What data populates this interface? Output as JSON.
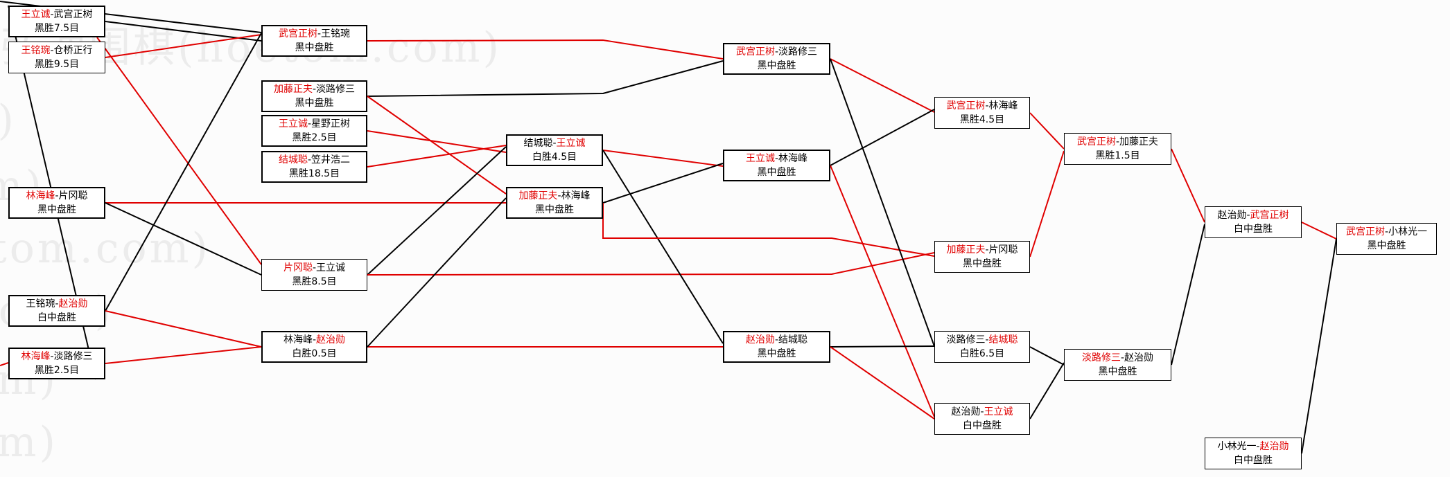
{
  "watermark": "弘通围棋(hoetom.com)",
  "colors": {
    "winner": "#e00000",
    "line_red": "#e00000",
    "line_black": "#000000"
  },
  "matches": [
    {
      "id": "m1",
      "p1": "王立诚",
      "p2": "武宫正树",
      "win": 1,
      "result": "黑胜7.5目"
    },
    {
      "id": "m2",
      "p1": "王铭琬",
      "p2": "仓桥正行",
      "win": 1,
      "result": "黑胜9.5目"
    },
    {
      "id": "m3",
      "p1": "林海峰",
      "p2": "片冈聪",
      "win": 1,
      "result": "黑中盘胜"
    },
    {
      "id": "m4",
      "p1": "王铭琬",
      "p2": "赵治勋",
      "win": 2,
      "result": "白中盘胜"
    },
    {
      "id": "m5",
      "p1": "林海峰",
      "p2": "淡路修三",
      "win": 1,
      "result": "黑胜2.5目"
    },
    {
      "id": "m6",
      "p1": "武宫正树",
      "p2": "王铭琬",
      "win": 1,
      "result": "黑中盘胜"
    },
    {
      "id": "m7",
      "p1": "加藤正夫",
      "p2": "淡路修三",
      "win": 1,
      "result": "黑中盘胜"
    },
    {
      "id": "m8",
      "p1": "王立诚",
      "p2": "星野正树",
      "win": 1,
      "result": "黑胜2.5目"
    },
    {
      "id": "m9",
      "p1": "结城聪",
      "p2": "笠井浩二",
      "win": 1,
      "result": "黑胜18.5目"
    },
    {
      "id": "m10",
      "p1": "片冈聪",
      "p2": "王立诚",
      "win": 1,
      "result": "黑胜8.5目"
    },
    {
      "id": "m11",
      "p1": "林海峰",
      "p2": "赵治勋",
      "win": 2,
      "result": "白胜0.5目"
    },
    {
      "id": "m12",
      "p1": "结城聪",
      "p2": "王立诚",
      "win": 2,
      "result": "白胜4.5目"
    },
    {
      "id": "m13",
      "p1": "加藤正夫",
      "p2": "林海峰",
      "win": 1,
      "result": "黑中盘胜"
    },
    {
      "id": "m14",
      "p1": "武宫正树",
      "p2": "淡路修三",
      "win": 1,
      "result": "黑中盘胜"
    },
    {
      "id": "m15",
      "p1": "王立诚",
      "p2": "林海峰",
      "win": 1,
      "result": "黑中盘胜"
    },
    {
      "id": "m16",
      "p1": "赵治勋",
      "p2": "结城聪",
      "win": 1,
      "result": "黑中盘胜"
    },
    {
      "id": "m17",
      "p1": "武宫正树",
      "p2": "林海峰",
      "win": 1,
      "result": "黑胜4.5目"
    },
    {
      "id": "m18",
      "p1": "加藤正夫",
      "p2": "片冈聪",
      "win": 1,
      "result": "黑中盘胜"
    },
    {
      "id": "m19",
      "p1": "淡路修三",
      "p2": "结城聪",
      "win": 2,
      "result": "白胜6.5目"
    },
    {
      "id": "m20",
      "p1": "赵治勋",
      "p2": "王立诚",
      "win": 2,
      "result": "白中盘胜"
    },
    {
      "id": "m21",
      "p1": "武宫正树",
      "p2": "加藤正夫",
      "win": 1,
      "result": "黑胜1.5目"
    },
    {
      "id": "m22",
      "p1": "淡路修三",
      "p2": "赵治勋",
      "win": 1,
      "result": "黑中盘胜"
    },
    {
      "id": "m23",
      "p1": "赵治勋",
      "p2": "武宫正树",
      "win": 2,
      "result": "白中盘胜"
    },
    {
      "id": "m24",
      "p1": "小林光一",
      "p2": "赵治勋",
      "win": 2,
      "result": "白中盘胜"
    },
    {
      "id": "m25",
      "p1": "武宫正树",
      "p2": "小林光一",
      "win": 1,
      "result": "黑中盘胜"
    }
  ]
}
